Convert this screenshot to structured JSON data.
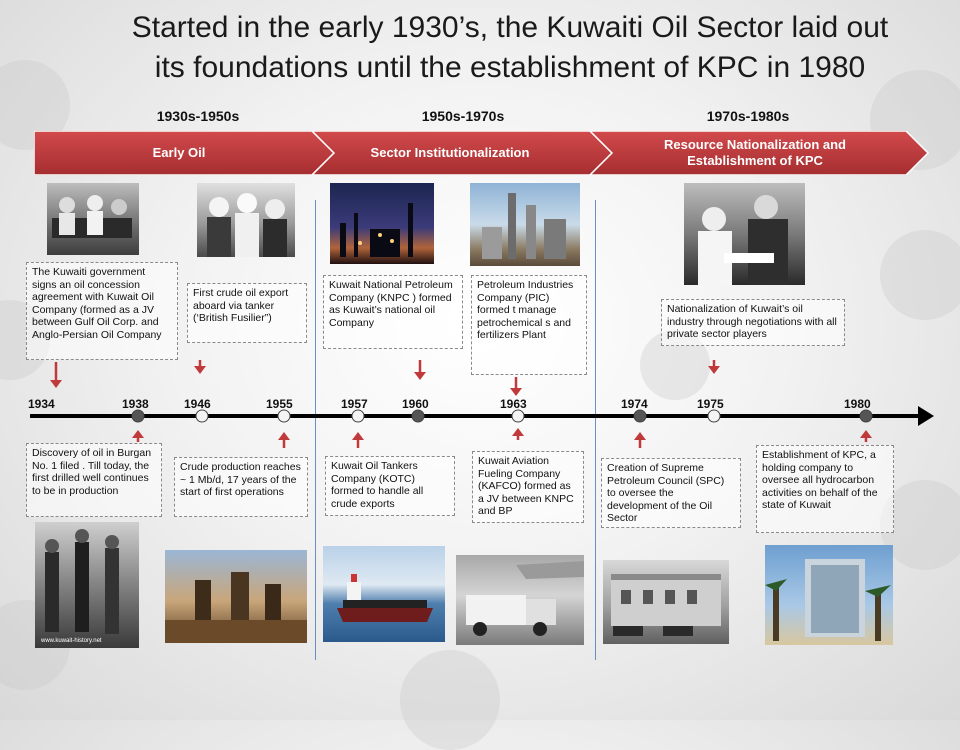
{
  "title": {
    "line1": "Started in the early 1930’s, the Kuwaiti Oil Sector laid out",
    "line2": "its foundations until the establishment of KPC in 1980"
  },
  "eras": [
    {
      "period": "1930s-1950s",
      "label": "Early Oil"
    },
    {
      "period": "1950s-1970s",
      "label": "Sector Institutionalization"
    },
    {
      "period": "1970s-1980s",
      "label_line1": "Resource Nationalization  and",
      "label_line2": "Establishment  of KPC"
    }
  ],
  "colors": {
    "chevron": "#c0393b",
    "chevron_dark": "#9e2b2d",
    "arrow": "#c0393b",
    "axis": "#000000",
    "divider": "#6b8fc4"
  },
  "timeline": {
    "years": [
      "1934",
      "1938",
      "1946",
      "1955",
      "1957",
      "1960",
      "1963",
      "1974",
      "1975",
      "1980"
    ]
  },
  "events_above": [
    {
      "text": "The Kuwaiti government signs an oil concession agreement with Kuwait Oil Company (formed as a JV between Gulf Oil Corp. and Anglo-Persian Oil Company"
    },
    {
      "text": "First crude oil export aboard via tanker (‘British Fusilier”)"
    },
    {
      "text": "Kuwait National Petroleum Company (KNPC ) formed as Kuwait’s national oil Company"
    },
    {
      "text": "Petroleum Industries Company (PIC) formed t manage petrochemical s and fertilizers Plant"
    },
    {
      "text": "Nationalization of Kuwait’s oil industry through negotiations with all private sector players"
    }
  ],
  "events_below": [
    {
      "text": "Discovery of oil in Burgan No. 1 filed . Till today, the first drilled well continues to be in production"
    },
    {
      "text": "Crude production reaches ~ 1 Mb/d, 17 years of the start of first operations"
    },
    {
      "text": "Kuwait Oil Tankers Company (KOTC) formed to handle all crude exports"
    },
    {
      "text": "Kuwait Aviation Fueling Company (KAFCO) formed as a JV between KNPC and BP"
    },
    {
      "text": "Creation of Supreme Petroleum Council (SPC) to oversee the development of the Oil Sector"
    },
    {
      "text": "Establishment of KPC, a holding company to oversee all hydrocarbon activities on behalf of the state of Kuwait"
    }
  ],
  "photo_caption": "www.kuwait-history.net"
}
